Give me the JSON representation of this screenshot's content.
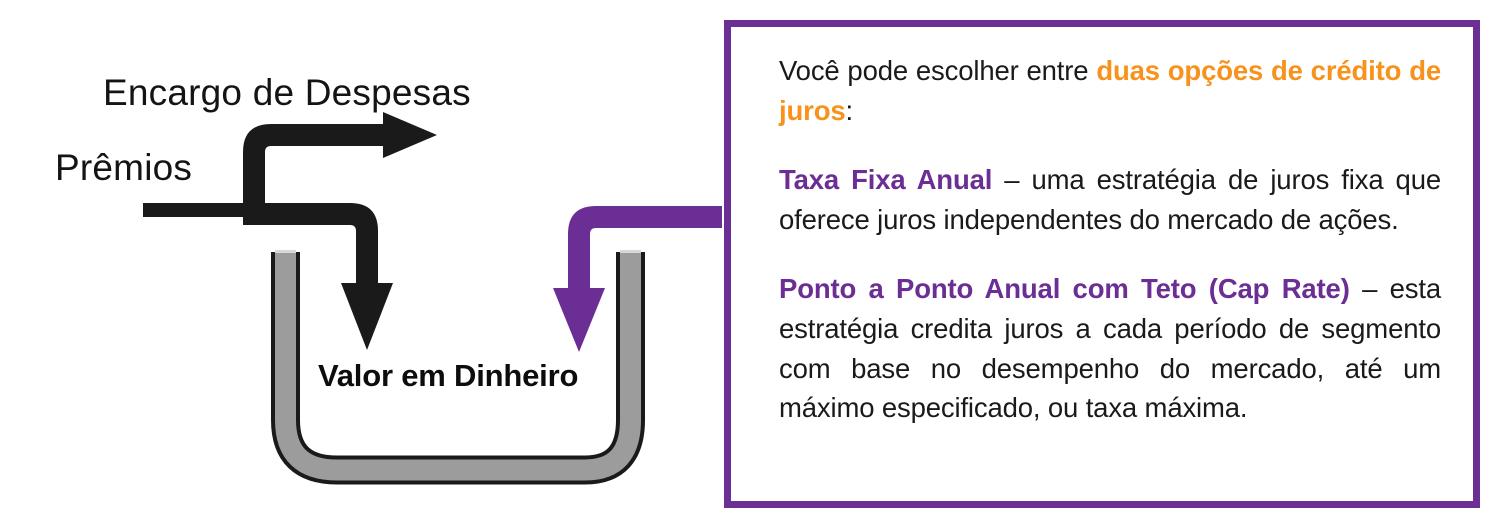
{
  "diagram": {
    "labels": {
      "expense_charge": "Encargo de Despesas",
      "premiums": "Prêmios",
      "cash_value": "Valor em Dinheiro"
    },
    "colors": {
      "flow_black": "#1a1a1a",
      "flow_purple": "#6b2e94",
      "bucket_fill": "#9c9c9c",
      "bucket_outline": "#1a1a1a"
    }
  },
  "text_box": {
    "border_color": "#6b2e94",
    "accent_orange": "#f7931d",
    "accent_purple": "#6b2e94",
    "paragraphs": [
      {
        "id": "intro",
        "segments": [
          {
            "text": "Você pode escolher entre ",
            "style": "normal"
          },
          {
            "text": "duas opções de crédito de juros",
            "style": "orange-bold"
          },
          {
            "text": ":",
            "style": "normal"
          }
        ]
      },
      {
        "id": "taxa-fixa-anual",
        "segments": [
          {
            "text": "Taxa Fixa Anual",
            "style": "purple-bold"
          },
          {
            "text": " – uma estratégia de juros fixa que oferece juros independentes do mercado de ações.",
            "style": "normal"
          }
        ]
      },
      {
        "id": "ponto-a-ponto-anual",
        "segments": [
          {
            "text": "Ponto a Ponto Anual com Teto (Cap Rate)",
            "style": "purple-bold"
          },
          {
            "text": " – esta estratégia credita juros a cada período de segmento com base no desempenho do mercado, até um máximo especificado, ou taxa máxima.",
            "style": "normal"
          }
        ]
      }
    ]
  }
}
